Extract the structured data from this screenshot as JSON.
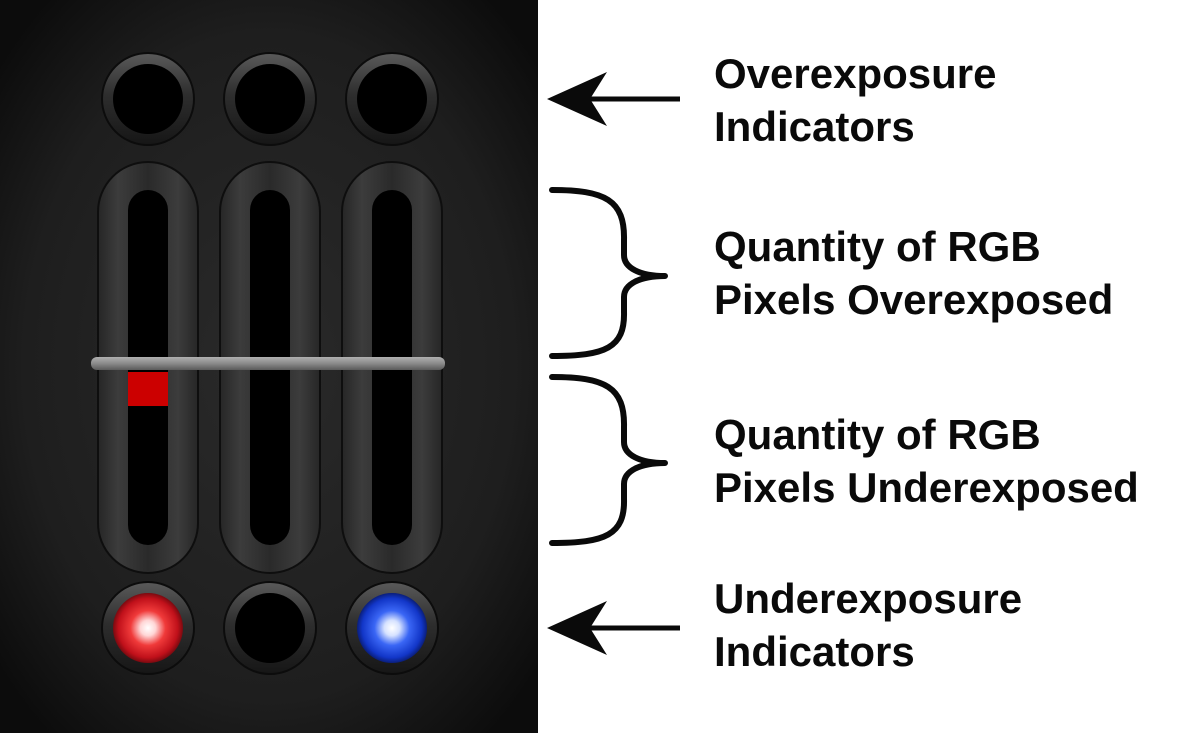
{
  "labels": {
    "overexposure_indicators": [
      "Overexposure",
      "Indicators"
    ],
    "quantity_overexposed": [
      "Quantity of RGB",
      "Pixels Overexposed"
    ],
    "quantity_underexposed": [
      "Quantity of RGB",
      "Pixels Underexposed"
    ],
    "underexposure_indicators": [
      "Underexposure",
      "Indicators"
    ]
  },
  "meter": {
    "channels": [
      {
        "overexposure_lit": false,
        "underexposure_lit": true,
        "underexposure_color": "#e8141c",
        "overexposed_level": 0.0,
        "underexposed_level": 0.35,
        "bar_color": "#cc0000"
      },
      {
        "overexposure_lit": false,
        "underexposure_lit": false,
        "underexposure_color": "#000000",
        "overexposed_level": 0.0,
        "underexposed_level": 0.0,
        "bar_color": "#cc0000"
      },
      {
        "overexposure_lit": false,
        "underexposure_lit": true,
        "underexposure_color": "#1446ee",
        "overexposed_level": 0.0,
        "underexposed_level": 0.0,
        "bar_color": "#1446ee"
      }
    ]
  },
  "colors": {
    "panel": "#1c1c1c",
    "led_off": "#000000",
    "red_led": "#e8141c",
    "blue_led": "#1446ee",
    "level_bar": "#cc0000",
    "divider": "#8a8a8a",
    "annotation": "#0a0a0a"
  },
  "icons": [
    "left-arrow-icon",
    "curly-brace-icon"
  ]
}
